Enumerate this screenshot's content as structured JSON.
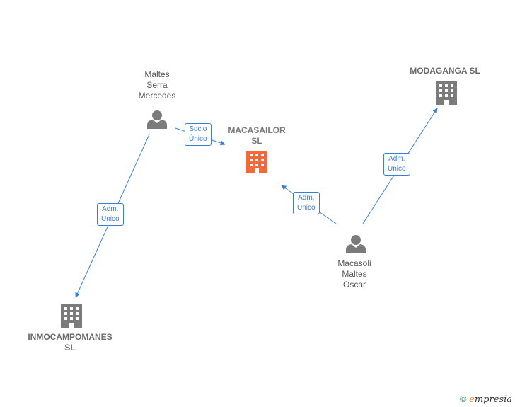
{
  "nodes": {
    "maltes": {
      "label": "Maltes\nSerra\nMercedes",
      "type": "person"
    },
    "macasailor": {
      "label": "MACASAILOR\nSL",
      "type": "company-main"
    },
    "modaganga": {
      "label": "MODAGANGA SL",
      "type": "company"
    },
    "macasoli": {
      "label": "Macasoli\nMaltes\nOscar",
      "type": "person"
    },
    "inmocampomanes": {
      "label": "INMOCAMPOMANES\nSL",
      "type": "company"
    }
  },
  "edges": {
    "maltes_macasailor": "Socio\nÚnico",
    "maltes_inmocampomanes": "Adm.\nUnico",
    "macasoli_macasailor": "Adm.\nUnico",
    "macasoli_modaganga": "Adm.\nUnico"
  },
  "footer": {
    "copyright": "©",
    "brand_e": "e",
    "brand_rest": "mpresia"
  },
  "colors": {
    "edge": "#3a7fd5",
    "main_company": "#f26a3a",
    "node": "#7b7b7b"
  }
}
